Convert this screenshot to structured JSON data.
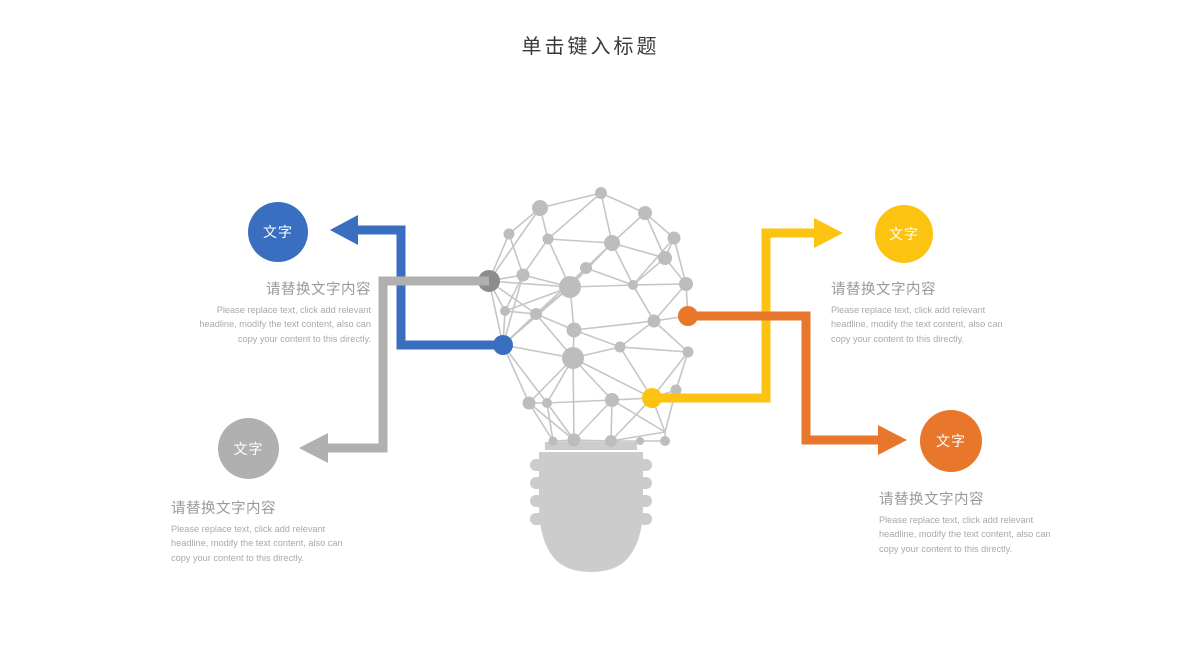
{
  "slide": {
    "title": "单击键入标题",
    "background": "#ffffff"
  },
  "palette": {
    "blue": "#3a6ec0",
    "gray": "#b0b0b0",
    "yellow": "#fcc310",
    "orange": "#e8762b",
    "bulb_node": "#bdbdbd",
    "bulb_edge": "#c6c6c6",
    "bulb_base": "#cccccc",
    "title_text": "#3b3b3b",
    "heading_text": "#9a9a9a",
    "body_text": "#a9a9a9"
  },
  "nodes": [
    {
      "id": "blue",
      "badge_label": "文字",
      "color": "#3a6ec0",
      "heading": "请替换文字内容",
      "body": "Please replace text, click add relevant headline, modify the text content, also can copy your content to this directly."
    },
    {
      "id": "gray",
      "badge_label": "文字",
      "color": "#b0b0b0",
      "heading": "请替换文字内容",
      "body": "Please replace text, click add relevant headline, modify the text content, also can copy your content to this directly."
    },
    {
      "id": "yellow",
      "badge_label": "文字",
      "color": "#fcc310",
      "heading": "请替换文字内容",
      "body": "Please replace text, click add relevant headline, modify the text content, also can copy your content to this directly."
    },
    {
      "id": "orange",
      "badge_label": "文字",
      "color": "#e8762b",
      "heading": "请替换文字内容",
      "body": "Please replace text, click add relevant headline, modify the text content, also can copy your content to this directly."
    }
  ],
  "diagram": {
    "center_graphic": "lightbulb-network",
    "connector_count": 4
  }
}
